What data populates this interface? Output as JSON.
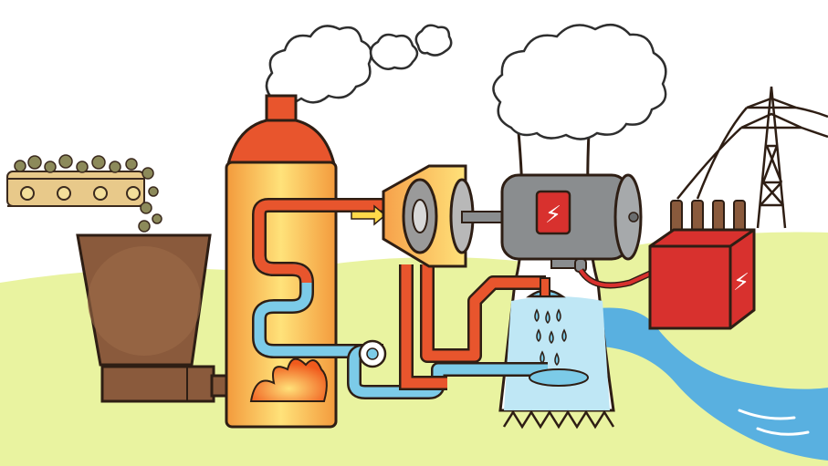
{
  "diagram": {
    "kind": "coal-fired-power-plant-illustration",
    "components": [
      {
        "id": "coal-conveyor",
        "icon": "conveyor-belt-icon"
      },
      {
        "id": "coal-hopper",
        "icon": "hopper-icon"
      },
      {
        "id": "screw-feeder",
        "icon": "feeder-icon"
      },
      {
        "id": "boiler",
        "icon": "furnace-icon"
      },
      {
        "id": "chimney-smoke",
        "icon": "smoke-icon"
      },
      {
        "id": "steam-turbine",
        "icon": "turbine-icon"
      },
      {
        "id": "generator",
        "icon": "generator-icon"
      },
      {
        "id": "cooling-tower",
        "icon": "cooling-tower-icon"
      },
      {
        "id": "feed-pump",
        "icon": "pump-icon"
      },
      {
        "id": "transformer",
        "icon": "transformer-icon"
      },
      {
        "id": "transmission-tower",
        "icon": "pylon-icon"
      },
      {
        "id": "river",
        "icon": "water-icon"
      }
    ],
    "symbols": {
      "high_voltage": "⚡"
    },
    "colors": {
      "steam_pipe": "#e8552d",
      "cold_water": "#7ccbe8",
      "boiler_top": "#e8552d",
      "boiler_body": "#f7b64a",
      "generator": "#8a8d8f",
      "transformer": "#d8312e",
      "hopper": "#8a5a3c",
      "grass": "#e9f3a0",
      "river": "#59b0e0",
      "tower_water": "#bfe7f5"
    }
  }
}
